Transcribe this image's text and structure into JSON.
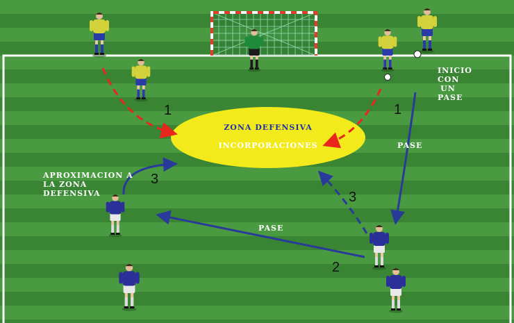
{
  "colors": {
    "grass_light": "#4a9a42",
    "grass_dark": "#3a8534",
    "line": "#ffffff",
    "zone_fill": "#f2ea1a",
    "zone_text_primary": "#2233aa",
    "zone_text_secondary": "#ffffff",
    "arrow_red": "#e8261c",
    "arrow_blue": "#2a3a9a",
    "attacker_shirt": "#d4d23a",
    "attacker_shorts": "#2a3aa8",
    "defender_shirt": "#2a2f9a",
    "defender_shorts": "#e8e8e8",
    "goalkeeper_shirt": "#1e8a3a",
    "goal_frame": "#e63a2a"
  },
  "zone": {
    "title": "ZONA DEFENSIVA",
    "subtitle": "INCORPORACIONES"
  },
  "labels": {
    "inicio": [
      "INICIO",
      "CON",
      "UN",
      "PASE"
    ],
    "aproximacion": [
      "APROXIMACION A",
      "LA ZONA",
      "DEFENSIVA"
    ],
    "pase_right": "PASE",
    "pase_bottom": "PASE"
  },
  "numbers": {
    "left_run": "1",
    "right_run": "1",
    "left_approach": "3",
    "right_approach": "3",
    "long_pass": "2"
  }
}
